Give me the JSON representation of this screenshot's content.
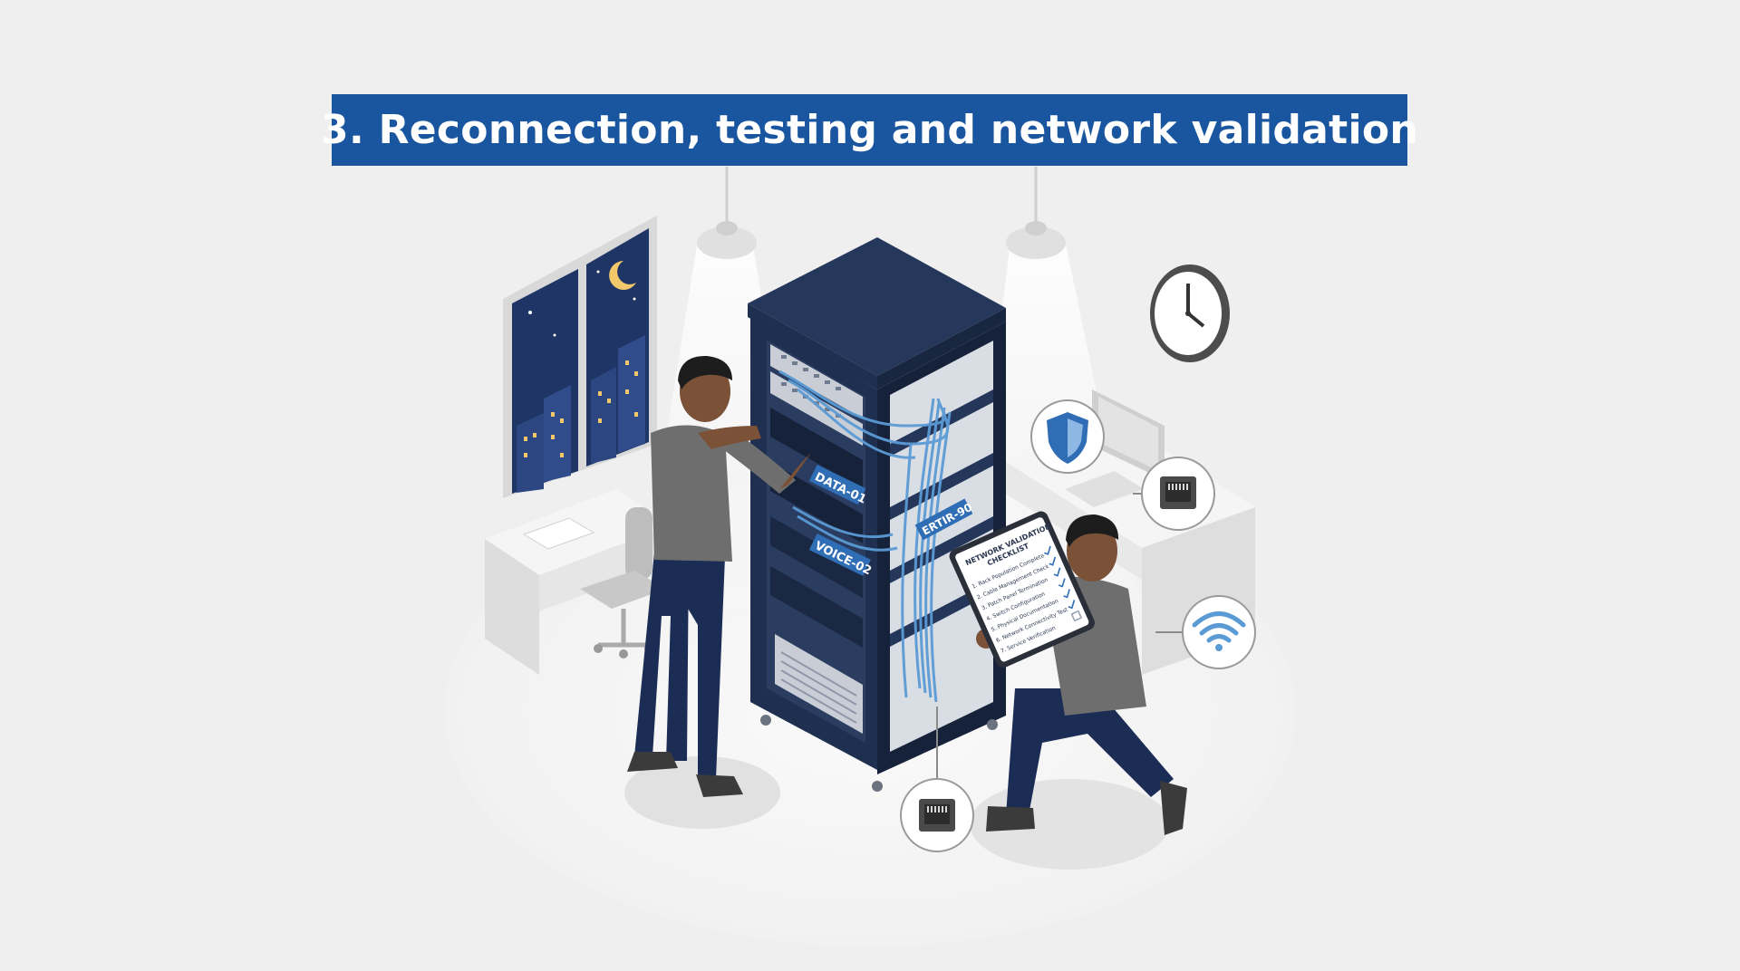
{
  "title": "3. Reconnection, testing and network validation",
  "rack_labels": {
    "data": "DATA-01",
    "voice": "VOICE-02",
    "side": "ERTIR-90"
  },
  "checklist": {
    "heading_line1": "NETWORK VALIDATION",
    "heading_line2": "CHECKLIST",
    "items": [
      "1. Rack Population Complete",
      "2. Cable Management Check",
      "3. Patch Panel Termination",
      "4. Switch Configuration",
      "5. Physical Documentation",
      "6. Network Connectivity Test",
      "7. Service Verification"
    ]
  },
  "icons": {
    "security": "shield-icon",
    "port_top": "ethernet-port-icon",
    "wireless": "wifi-icon",
    "port_bottom": "ethernet-port-icon",
    "clock": "clock-icon",
    "moon": "moon-icon"
  },
  "colors": {
    "banner": "#1a56a0",
    "navy": "#1e2f4f",
    "cable": "#5b9bd5",
    "accent": "#2f6db5",
    "background": "#efefef"
  }
}
